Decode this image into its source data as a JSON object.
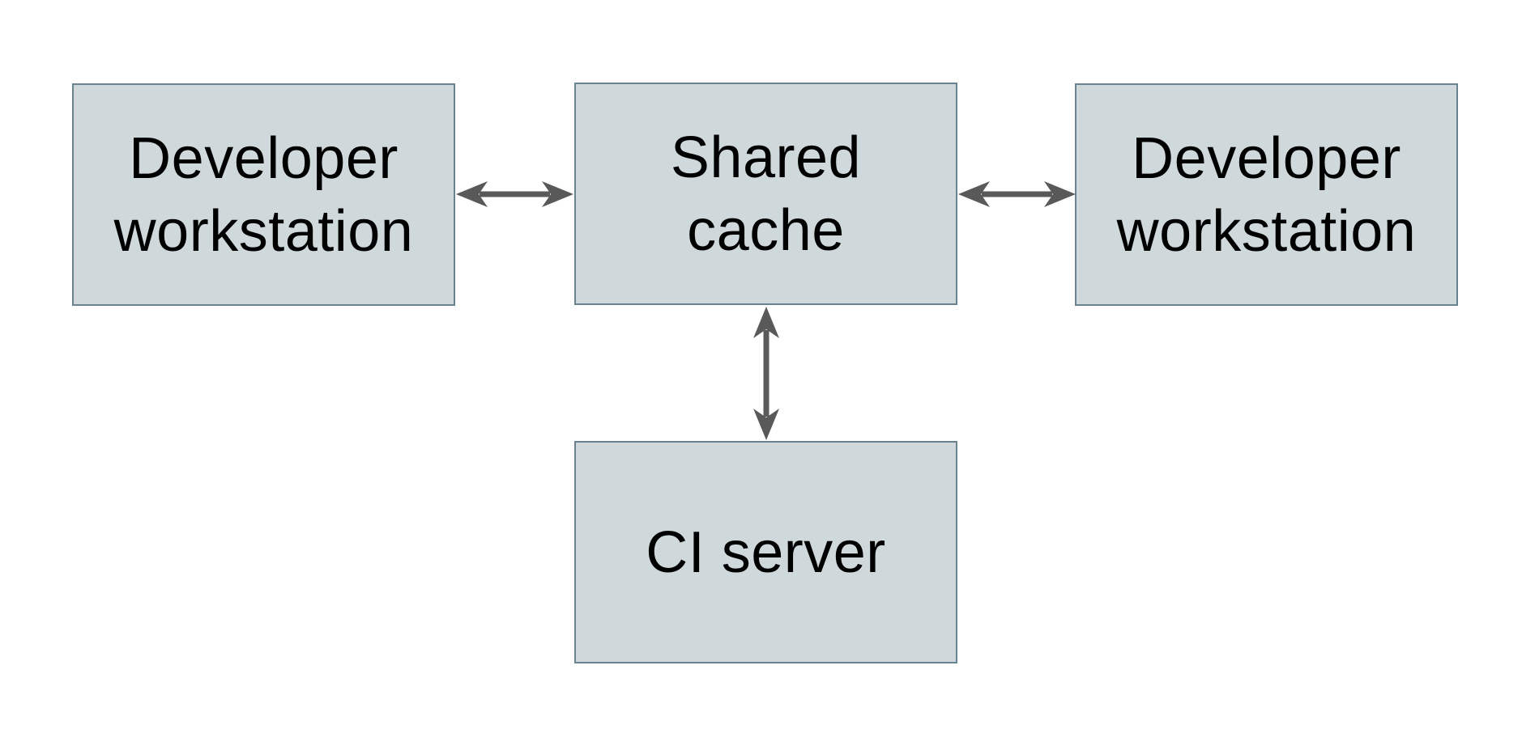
{
  "diagram": {
    "background_color": "#ffffff",
    "nodes": [
      {
        "id": "developer-workstation-left",
        "label": "Developer\nworkstation"
      },
      {
        "id": "shared-cache",
        "label": "Shared\ncache"
      },
      {
        "id": "developer-workstation-right",
        "label": "Developer\nworkstation"
      },
      {
        "id": "ci-server",
        "label": "CI server"
      }
    ],
    "edges": [
      {
        "from": "developer-workstation-left",
        "to": "shared-cache",
        "direction": "bidirectional"
      },
      {
        "from": "shared-cache",
        "to": "developer-workstation-right",
        "direction": "bidirectional"
      },
      {
        "from": "shared-cache",
        "to": "ci-server",
        "direction": "bidirectional"
      }
    ],
    "colors": {
      "node_fill": "#cfd8da",
      "node_border": "#6a8391",
      "arrow": "#595959",
      "text": "#000000"
    }
  }
}
